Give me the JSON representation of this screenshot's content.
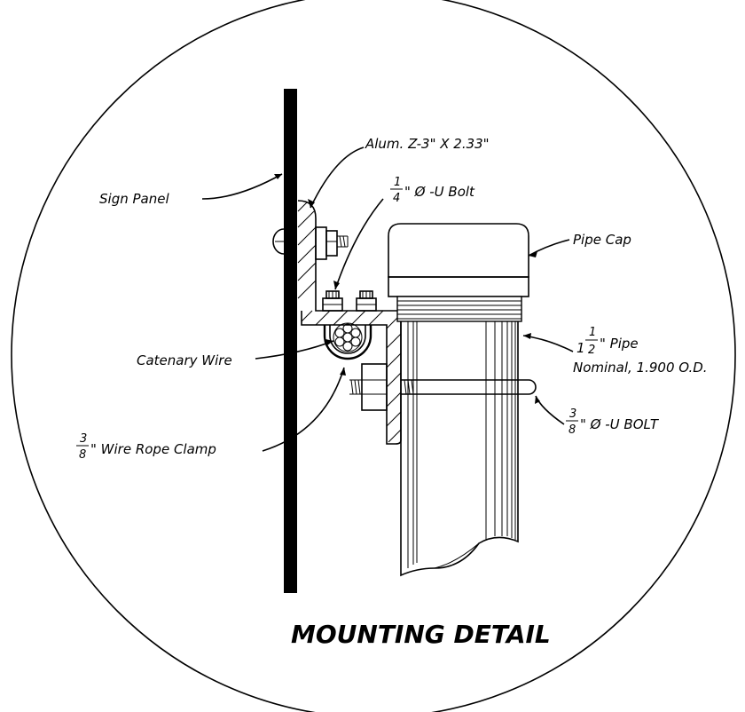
{
  "title": "MOUNTING DETAIL",
  "labels": {
    "sign_panel": "Sign Panel",
    "alum_z": "Alum. Z-3\" X 2.33\"",
    "u_bolt_quarter_num": "1",
    "u_bolt_quarter_den": "4",
    "u_bolt_quarter_text": "\" Ø -U Bolt",
    "pipe_cap": "Pipe Cap",
    "catenary_wire": "Catenary Wire",
    "pipe_whole": "1",
    "pipe_num": "1",
    "pipe_den": "2",
    "pipe_text": "\" Pipe",
    "pipe_nominal": "Nominal, 1.900 O.D.",
    "u_bolt_three_eighths_num": "3",
    "u_bolt_three_eighths_den": "8",
    "u_bolt_three_eighths_text": "\" Ø -U BOLT",
    "wire_rope_num": "3",
    "wire_rope_den": "8",
    "wire_rope_text": "\" Wire Rope Clamp"
  }
}
